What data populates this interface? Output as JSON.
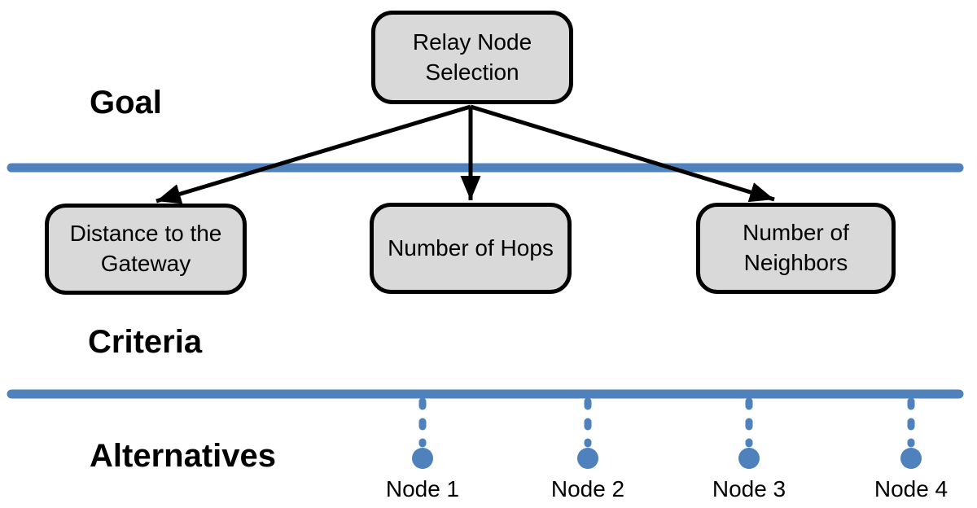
{
  "colors": {
    "accent_blue": "#4f81bd",
    "box_fill": "#d9d9d9",
    "box_border": "#000000",
    "arrow": "#000000",
    "text": "#000000",
    "background": "#ffffff"
  },
  "goal": {
    "section_label": "Goal",
    "box_label": "Relay Node Selection"
  },
  "criteria": {
    "section_label": "Criteria",
    "boxes": [
      {
        "label": "Distance to the Gateway"
      },
      {
        "label": "Number of Hops"
      },
      {
        "label": "Number of Neighbors"
      }
    ]
  },
  "alternatives": {
    "section_label": "Alternatives",
    "nodes": [
      {
        "label": "Node 1"
      },
      {
        "label": "Node 2"
      },
      {
        "label": "Node 3"
      },
      {
        "label": "Node 4"
      }
    ]
  }
}
